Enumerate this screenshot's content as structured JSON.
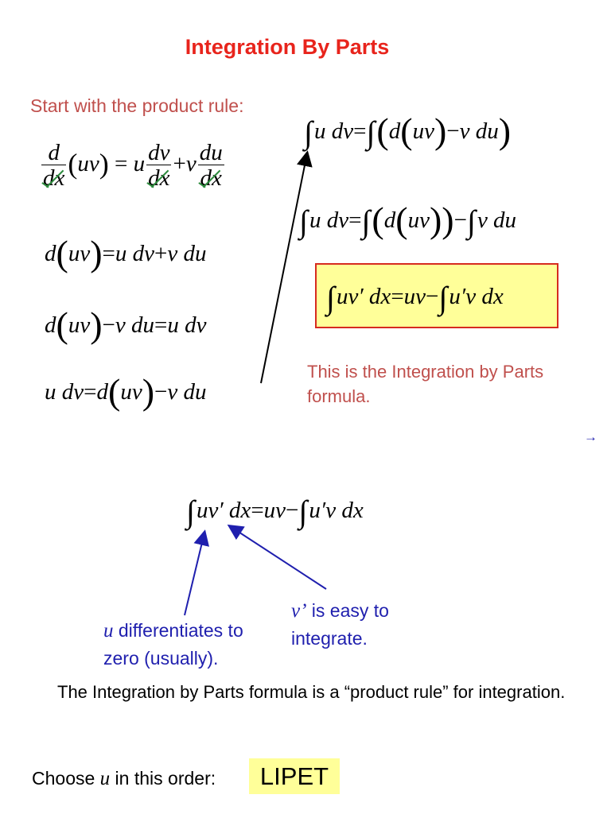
{
  "title": "Integration By Parts",
  "intro_text": "Start with the product rule:",
  "nav_arrow": "→",
  "formula_caption": "This is the Integration by Parts formula.",
  "u_note": {
    "var": "u",
    "text_line1": " differentiates to",
    "text_line2": "zero (usually)."
  },
  "v_note": {
    "var": "v’",
    "text_line1": " is easy to",
    "text_line2": "integrate."
  },
  "summary_text": "The Integration by Parts formula is a “product rule” for integration.",
  "choose": {
    "prefix": "Choose ",
    "var": "u",
    "suffix": " in this order:",
    "mnemonic": "LIPET"
  },
  "colors": {
    "title": "#e8241c",
    "note": "#c0504d",
    "highlight": "#ffff99",
    "annotation": "#1f1fae",
    "strike": "#2e8b3e"
  }
}
